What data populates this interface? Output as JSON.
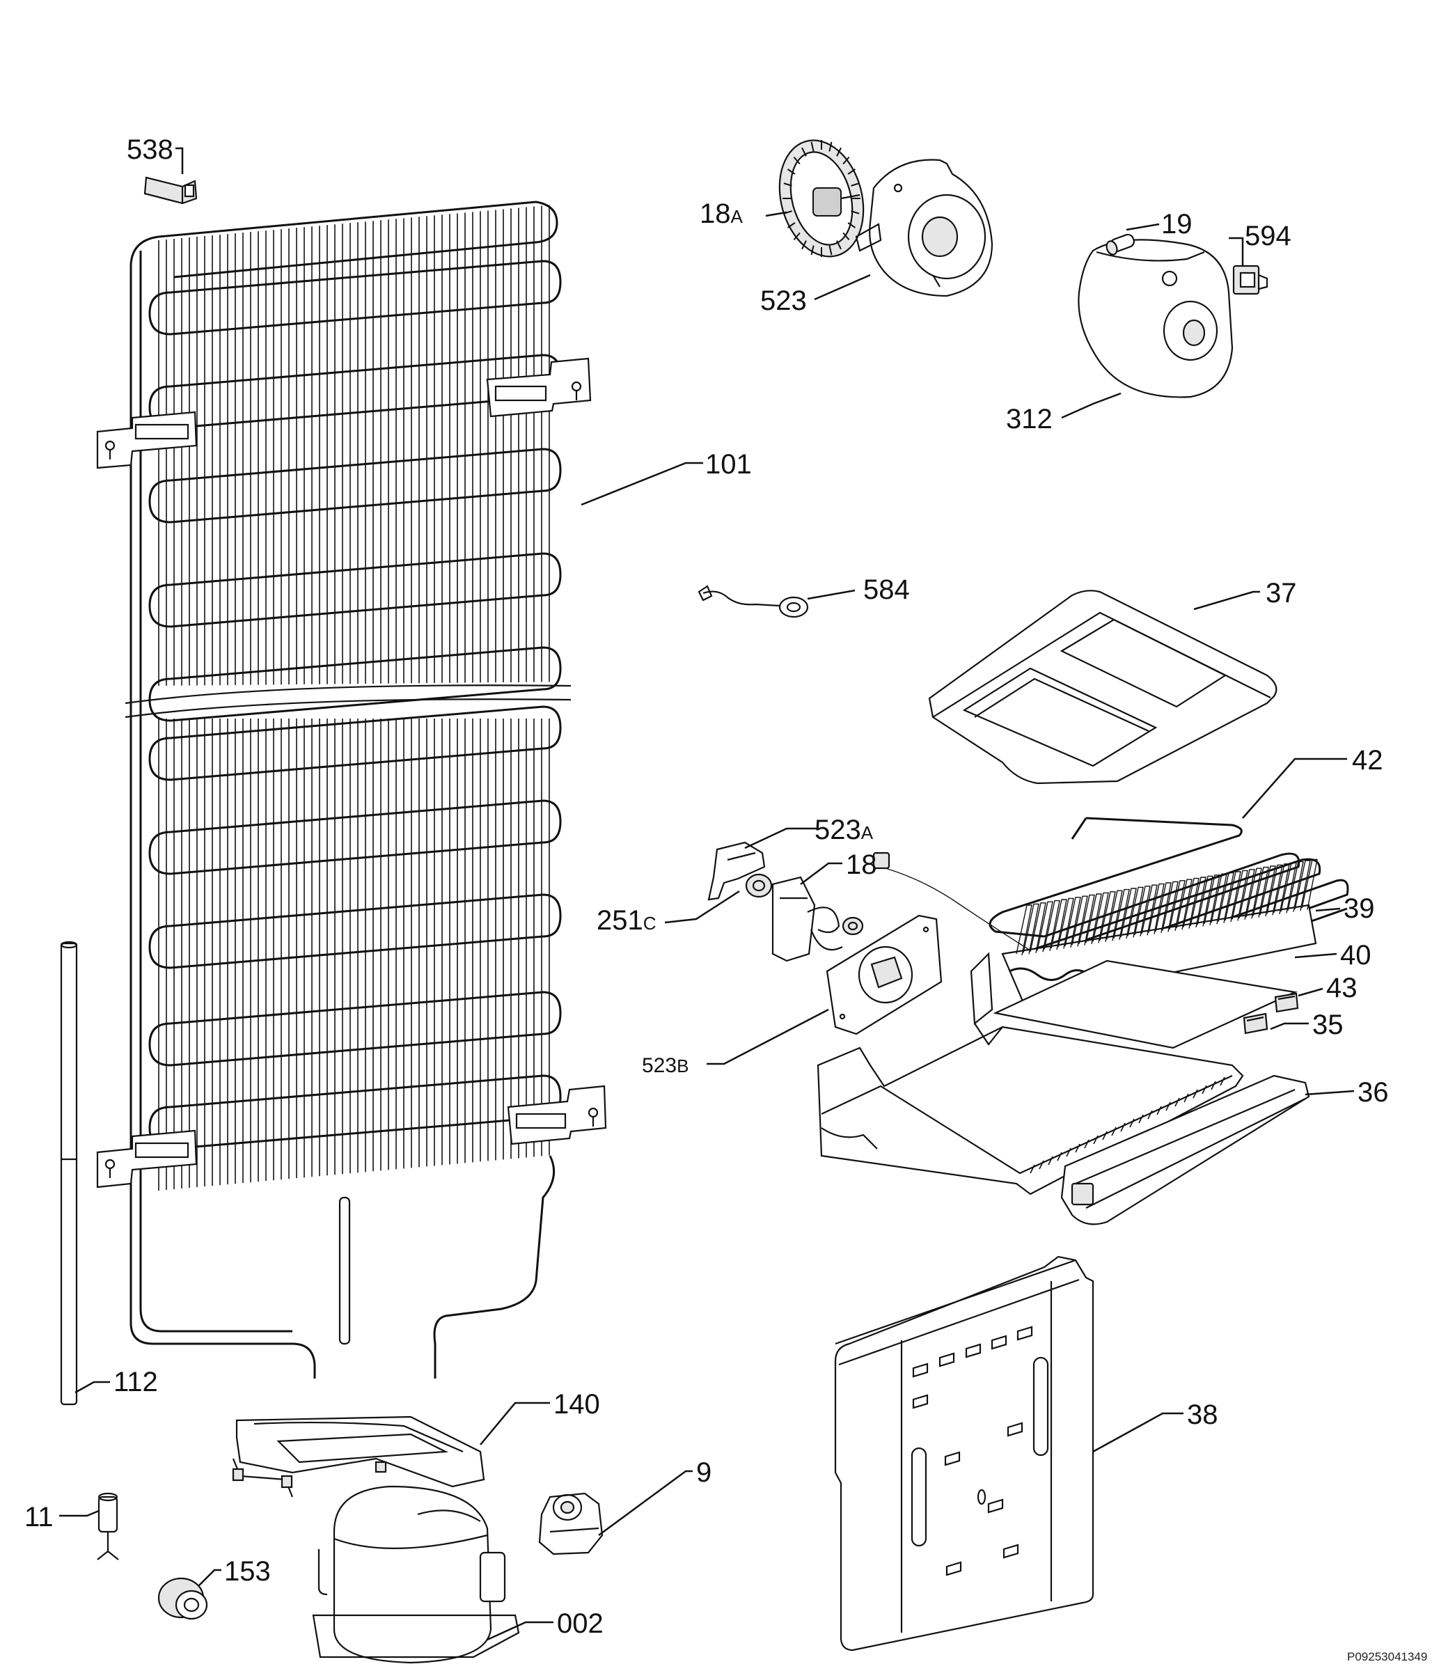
{
  "diagram": {
    "reference_code": "P09253041349",
    "callouts": {
      "c538": "538",
      "c18a": "18",
      "c18a_suffix": "A",
      "c523": "523",
      "c19": "19",
      "c594": "594",
      "c312": "312",
      "c101": "101",
      "c584": "584",
      "c37": "37",
      "c42": "42",
      "c523a": "523",
      "c523a_suffix": "A",
      "c18": "18",
      "c251c": "251",
      "c251c_suffix": "C",
      "c39": "39",
      "c40": "40",
      "c43": "43",
      "c523b": "523",
      "c523b_suffix": "B",
      "c35": "35",
      "c36": "36",
      "c112": "112",
      "c140": "140",
      "c38": "38",
      "c9": "9",
      "c11": "11",
      "c153": "153",
      "c002": "002"
    }
  }
}
